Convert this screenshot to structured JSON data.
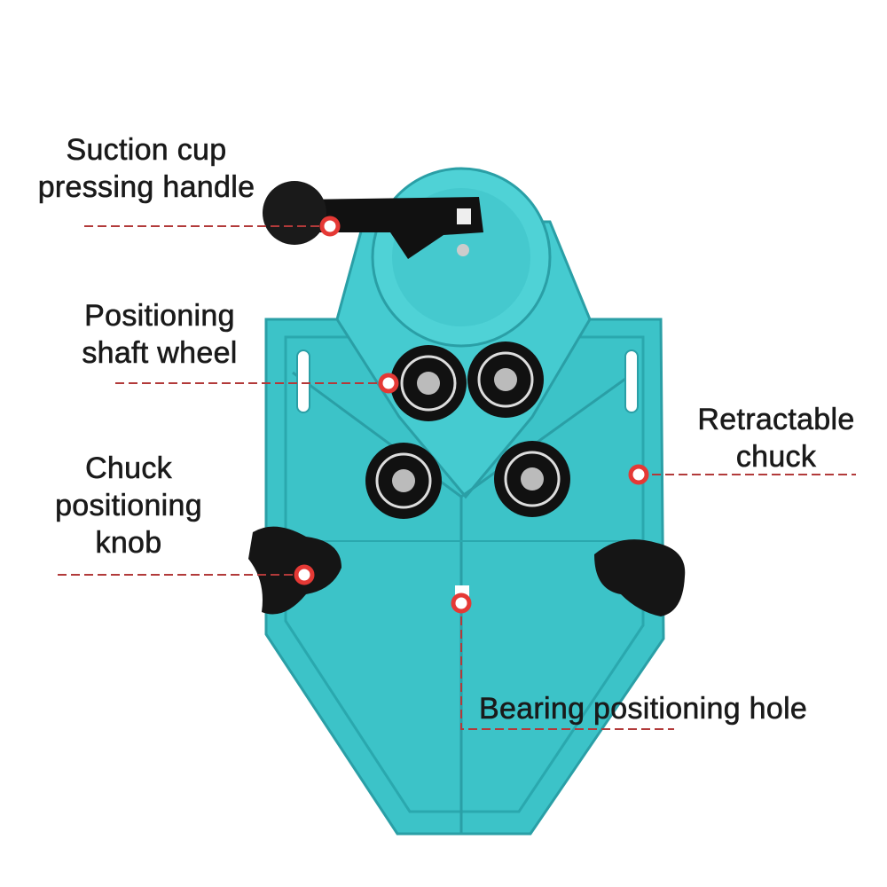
{
  "labels": {
    "handle": [
      "Suction cup",
      "pressing handle"
    ],
    "wheel": [
      "Positioning",
      "shaft wheel"
    ],
    "knob": [
      "Chuck",
      "positioning",
      "knob"
    ],
    "chuck": [
      "Retractable",
      "chuck"
    ],
    "hole": "Bearing positioning hole"
  },
  "colors": {
    "body": "#3cc3c8",
    "body_dark": "#2a9fa6",
    "leader": "#b23a3a",
    "dot": "#e53935"
  }
}
